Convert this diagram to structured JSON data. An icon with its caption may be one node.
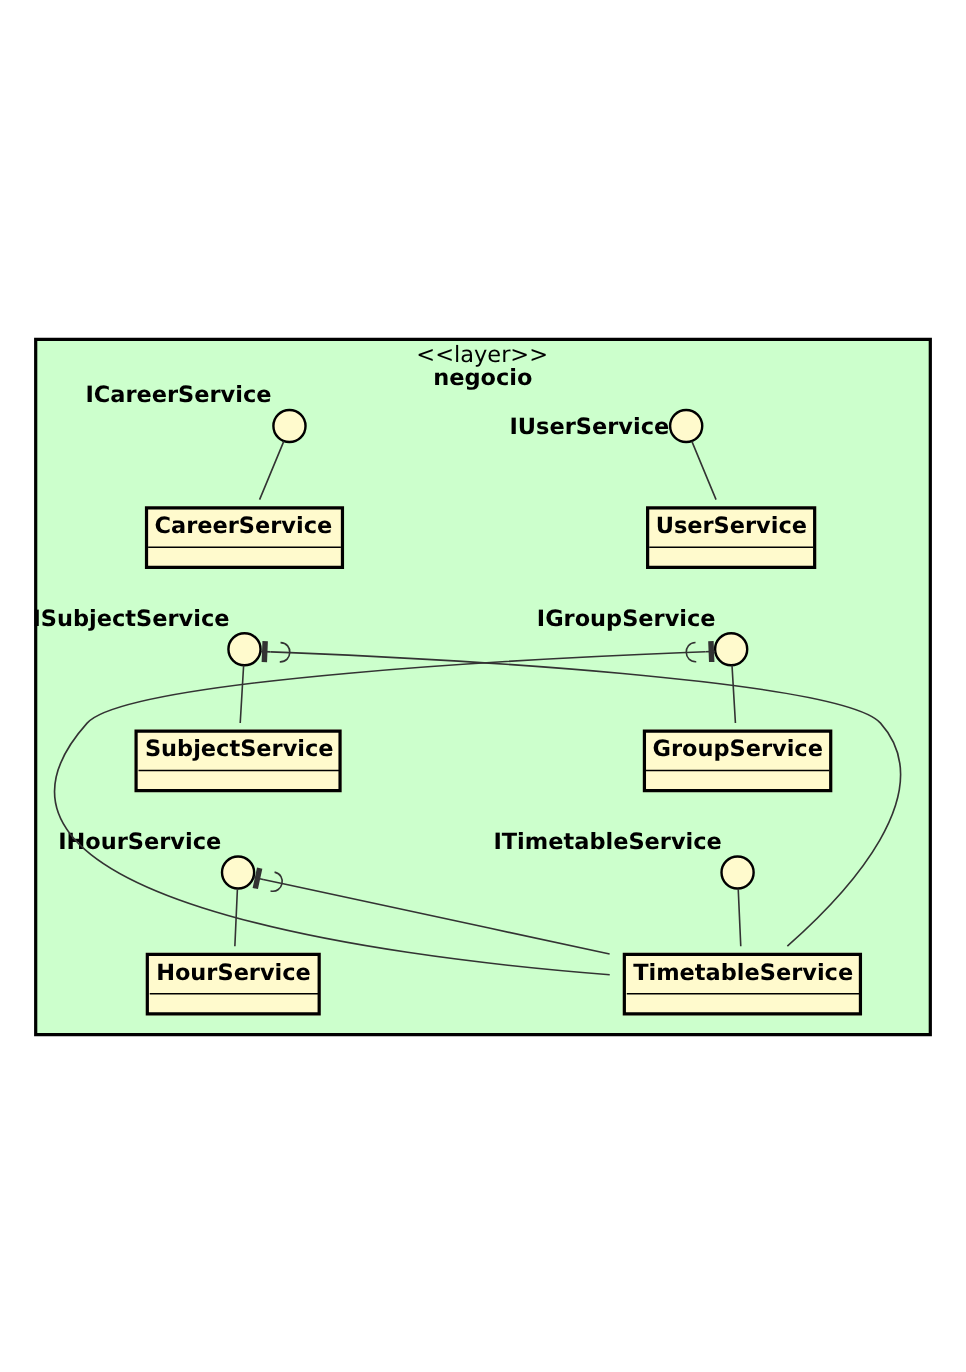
{
  "diagram": {
    "nodes": [
      {
        "text": [
          "<<layer>>",
          "negocio"
        ]
      },
      {
        "text": [
          "ICareerService"
        ],
        "in": 0
      },
      {
        "text": [
          "IUserService"
        ],
        "in": 0
      },
      {
        "text": [
          "CareerService"
        ],
        "in": 0
      },
      {
        "text": [
          "UserService"
        ],
        "in": 0
      },
      {
        "text": [
          "ISubjectService"
        ],
        "in": 0
      },
      {
        "text": [
          "IGroupService"
        ],
        "in": 0
      },
      {
        "text": [
          "SubjectService"
        ],
        "in": 0
      },
      {
        "text": [
          "GroupService"
        ],
        "in": 0
      },
      {
        "text": [
          "IHourService"
        ],
        "in": 0
      },
      {
        "text": [
          "ITimetableService"
        ],
        "in": 0
      },
      {
        "text": [
          "HourService"
        ],
        "in": 0
      },
      {
        "text": [
          "TimetableService"
        ],
        "in": 0
      }
    ],
    "edges": [
      {
        "from": 1,
        "to": 3,
        "arrow": "none"
      },
      {
        "from": 2,
        "to": 4,
        "arrow": "none"
      },
      {
        "from": 5,
        "to": 7,
        "arrow": "none"
      },
      {
        "from": 6,
        "to": 8,
        "arrow": "none"
      },
      {
        "from": 9,
        "to": 11,
        "arrow": "none"
      },
      {
        "from": 10,
        "to": 12,
        "arrow": "none"
      },
      {
        "from": 12,
        "to": 5,
        "arrow": "other"
      },
      {
        "from": 12,
        "to": 6,
        "arrow": "other"
      },
      {
        "from": 12,
        "to": 9,
        "arrow": "other"
      }
    ]
  }
}
